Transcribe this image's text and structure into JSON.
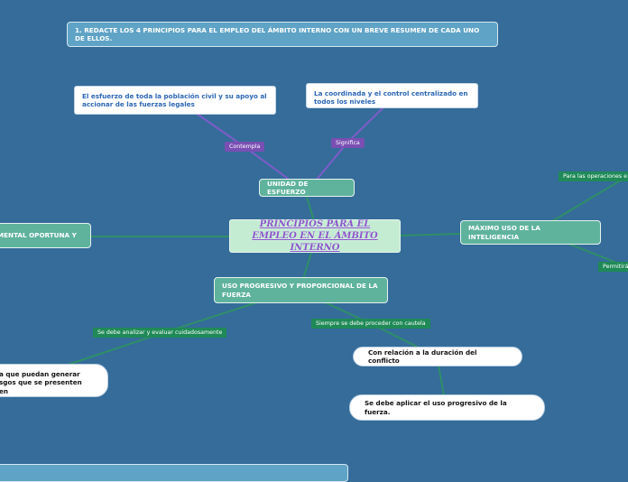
{
  "central_topic": "PRINCIPIOS PARA EL EMPLEO EN EL ÁMBITO INTERNO",
  "instruction_box": "1. REDACTE LOS 4 PRINCIPIOS PARA EL EMPLEO DEL ÁMBITO INTERNO CON UN BREVE RESUMEN DE CADA UNO DE ELLOS.",
  "subtopics": {
    "unity": "UNIDAD DE ESFUERZO",
    "intelligence": "MÁXIMO USO DE LA INTELIGENCIA",
    "progressive": "USO PROGRESIVO Y PROPORCIONAL DE LA FUERZA",
    "left_partial": "MENTAL OPORTUNA Y"
  },
  "details": {
    "effort_all": "El esfuerzo de toda la población civil y su apoyo al accionar de las fuerzas legales",
    "coordination": "La coordinada y el control centralizado en todos los niveles",
    "conflict_duration": "Con relación a la duración del conflicto",
    "apply_progressive": "Se debe aplicar el uso progresivo de la fuerza.",
    "left_partial_line1": "a que puedan generar",
    "left_partial_line2": "sgos que se presenten en"
  },
  "relations": {
    "contempla": "Contempla",
    "significa": "Significa",
    "operaciones": "Para las operaciones e",
    "permitira": "Permitirá",
    "analizar": "Se debe analizar y evaluar cuidadosamente",
    "cautela": "Siempre se debe proceder con cautela"
  },
  "colors": {
    "background": "#356c9a",
    "central_fill": "#c4ecd3",
    "central_text": "#8a55c9",
    "subtopic_fill": "#5fb39d",
    "relation_purple": "#7a4fb3",
    "relation_teal": "#1f8a57",
    "detail_text": "#2b66b5"
  }
}
